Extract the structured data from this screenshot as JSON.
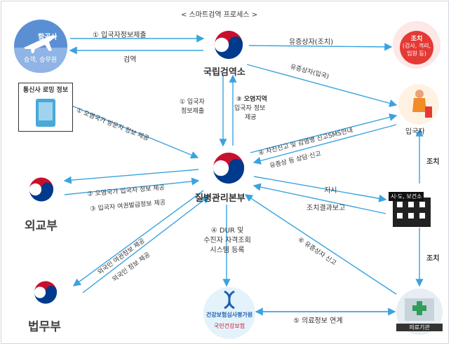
{
  "title": "< 스마트검역 프로세스 >",
  "nodes": {
    "airline": {
      "name": "항공사",
      "sub": "승객, 승무원"
    },
    "quarantine": {
      "name": "국립검역소"
    },
    "kcdc": {
      "name": "질병관리본부"
    },
    "mofa": {
      "name": "외교부"
    },
    "moj": {
      "name": "법무부"
    },
    "telecom": {
      "name": "통신사 로밍 정보"
    },
    "measures": {
      "name": "조치",
      "sub1": "(검사, 격리,",
      "sub2": "입원 등)"
    },
    "entrant": {
      "name": "입국자"
    },
    "local_gov": {
      "name": "시·도, 보건소"
    },
    "hospital": {
      "name": "의료기관"
    },
    "hira": {
      "name": "건강보험심사평가원",
      "nhis": "국민건강보험"
    }
  },
  "edges": {
    "e1_submit": "① 입국자정보제출",
    "quarantine_check": "검역",
    "symptom_measure": "유증상자(조치)",
    "symptom_entry": "유증상자(입국)",
    "e1_submit_a": "① 입국자",
    "e1_submit_b": "정보제출",
    "e2_area_a": "② 오염지역",
    "e2_area_b": "입국자 정보",
    "e2_area_c": "제공",
    "roaming": "① 오염국가 방문자 정보 제공",
    "e4_sms": "④ 자진신고 및 감염병 신고SMS안내",
    "counsel": "유증상 등 상담·신고",
    "e2_entrant": "② 오염국가 입국자 정보 제공",
    "e3_passport": "③ 입국자 여권발급정보 제공",
    "foreign_passport": "외국인 여권정보 제공",
    "foreign_info": "외국인 정보 제공",
    "instruct": "지시",
    "report": "조치결과보고",
    "e4_dur_a": "④ DUR 및",
    "e4_dur_b": "수진자 자격조회",
    "e4_dur_c": "시스템 등록",
    "e6_report": "⑥ 유증상자 신고",
    "e5_link": "⑤ 의료정보 연계",
    "measure_entrant": "조치",
    "measure_hospital": "조치"
  },
  "colors": {
    "arrow": "#3aa3de",
    "emblem_red": "#c8102e",
    "emblem_blue": "#003a8c",
    "text": "#333333"
  }
}
